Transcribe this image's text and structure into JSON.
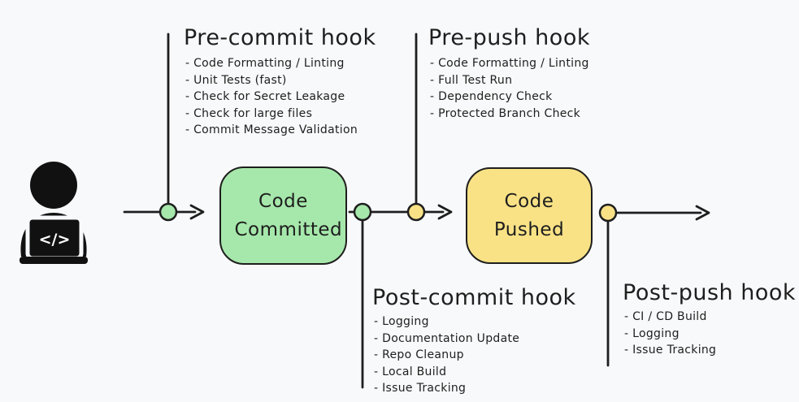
{
  "canvas": {
    "background": "#f8f9fa",
    "stroke_color": "#1e1e1e"
  },
  "person": {
    "description": "developer at laptop",
    "laptop_symbol": "</>"
  },
  "nodes": [
    {
      "id": "code-committed",
      "label": "Code Committed",
      "fill": "#a6e8ab"
    },
    {
      "id": "code-pushed",
      "label": "Code Pushed",
      "fill": "#f9e286"
    }
  ],
  "hooks": [
    {
      "id": "pre-commit",
      "title": "Pre-commit hook",
      "dot_color": "#a6e8ab",
      "items": [
        "Code Formatting / Linting",
        "Unit Tests (fast)",
        "Check for Secret Leakage",
        "Check for large files",
        "Commit Message Validation"
      ]
    },
    {
      "id": "pre-push",
      "title": "Pre-push hook",
      "dot_color": "#f9e286",
      "items": [
        "Code Formatting / Linting",
        "Full Test Run",
        "Dependency Check",
        "Protected Branch Check"
      ]
    },
    {
      "id": "post-commit",
      "title": "Post-commit hook",
      "dot_color": "#a6e8ab",
      "items": [
        "Logging",
        "Documentation Update",
        "Repo Cleanup",
        "Local Build",
        "Issue Tracking"
      ]
    },
    {
      "id": "post-push",
      "title": "Post-push hook",
      "dot_color": "#f9e286",
      "items": [
        "CI / CD Build",
        "Logging",
        "Issue Tracking"
      ]
    }
  ]
}
